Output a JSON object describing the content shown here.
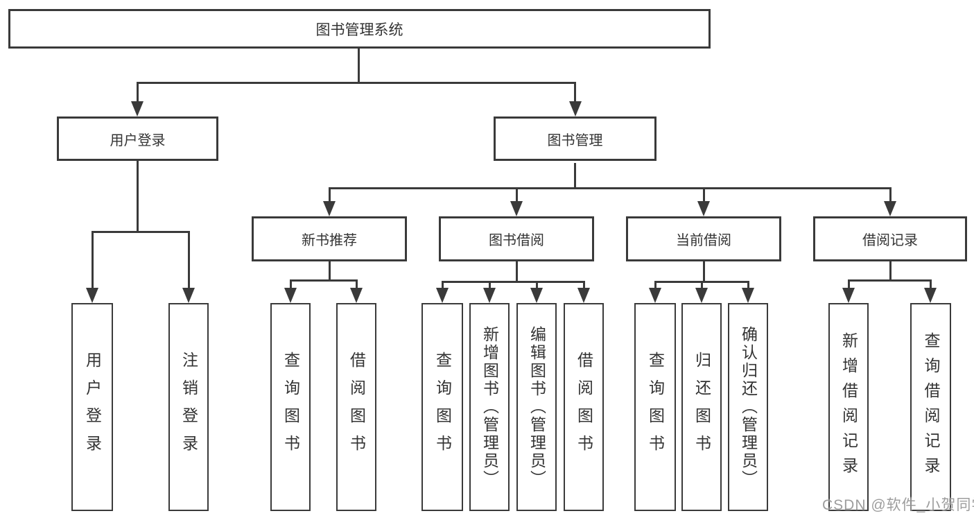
{
  "diagram": {
    "title": "图书管理系统",
    "level2": [
      {
        "label": "用户登录"
      },
      {
        "label": "图书管理"
      }
    ],
    "level3": [
      {
        "label": "新书推荐"
      },
      {
        "label": "图书借阅"
      },
      {
        "label": "当前借阅"
      },
      {
        "label": "借阅记录"
      }
    ],
    "leaves": [
      {
        "label": "用户登录"
      },
      {
        "label": "注销登录"
      },
      {
        "label": "查询图书"
      },
      {
        "label": "借阅图书"
      },
      {
        "label": "查询图书"
      },
      {
        "label": "新增图书（管理员）"
      },
      {
        "label": "编辑图书（管理员）"
      },
      {
        "label": "借阅图书"
      },
      {
        "label": "查询图书"
      },
      {
        "label": "归还图书"
      },
      {
        "label": "确认归还（管理员）"
      },
      {
        "label": "新增借阅记录"
      },
      {
        "label": "查询借阅记录"
      }
    ],
    "watermark": "CSDN @软件_小贺同学",
    "colors": {
      "line": "#3a3a3a",
      "text": "#333333",
      "background": "#ffffff",
      "watermark": "#878787"
    }
  }
}
